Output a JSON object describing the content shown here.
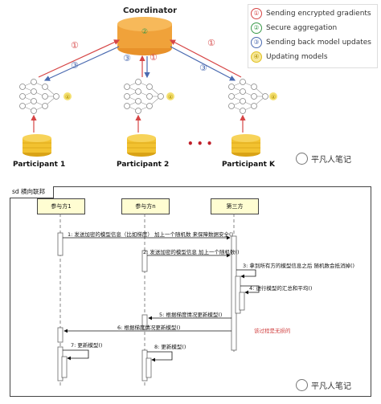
{
  "top_diagram": {
    "coordinator_label": "Coordinator",
    "legend": [
      {
        "num": "①",
        "text": "Sending encrypted gradients",
        "color": "#d64545"
      },
      {
        "num": "②",
        "text": "Secure aggregation",
        "color": "#3a9a4a"
      },
      {
        "num": "③",
        "text": "Sending back model updates",
        "color": "#4a6ab0"
      },
      {
        "num": "④",
        "text": "Updating models",
        "color": "#e0c020"
      }
    ],
    "arrow_labels": {
      "step1": "①",
      "step3": "③",
      "step2": "②",
      "step4": "④"
    },
    "participants": [
      {
        "label": "Participant 1"
      },
      {
        "label": "Participant 2"
      },
      {
        "label": "Participant K"
      }
    ],
    "ellipsis": "• • •",
    "watermark": "平凡人笔记"
  },
  "sequence_diagram": {
    "frame_title": "sd 横向联邦",
    "lifelines": [
      "参与方1",
      "参与方n",
      "第三方"
    ],
    "messages": [
      "1: 发送加密的模型信息（比如梯度） 加上一个随机数 来保障数据安全()",
      "2: 发送加密的模型信息 加上一个随机数()",
      "3: 拿到所有方的模型信息之后 随机数会抵消掉()",
      "4: 进行模型的汇总和平均()",
      "5: 根据梯度情况更新模型()",
      "6: 根据梯度情况更新模型()",
      "7: 更新模型()",
      "8: 更新模型()"
    ],
    "note": "该过程是无损的",
    "watermark": "平凡人笔记"
  },
  "colors": {
    "coordinator": "#f0a23a",
    "coin": "#f2c230",
    "lifeline_box": "#fffdd2",
    "arrow_red": "#d64545",
    "arrow_blue": "#4a6ab0"
  }
}
